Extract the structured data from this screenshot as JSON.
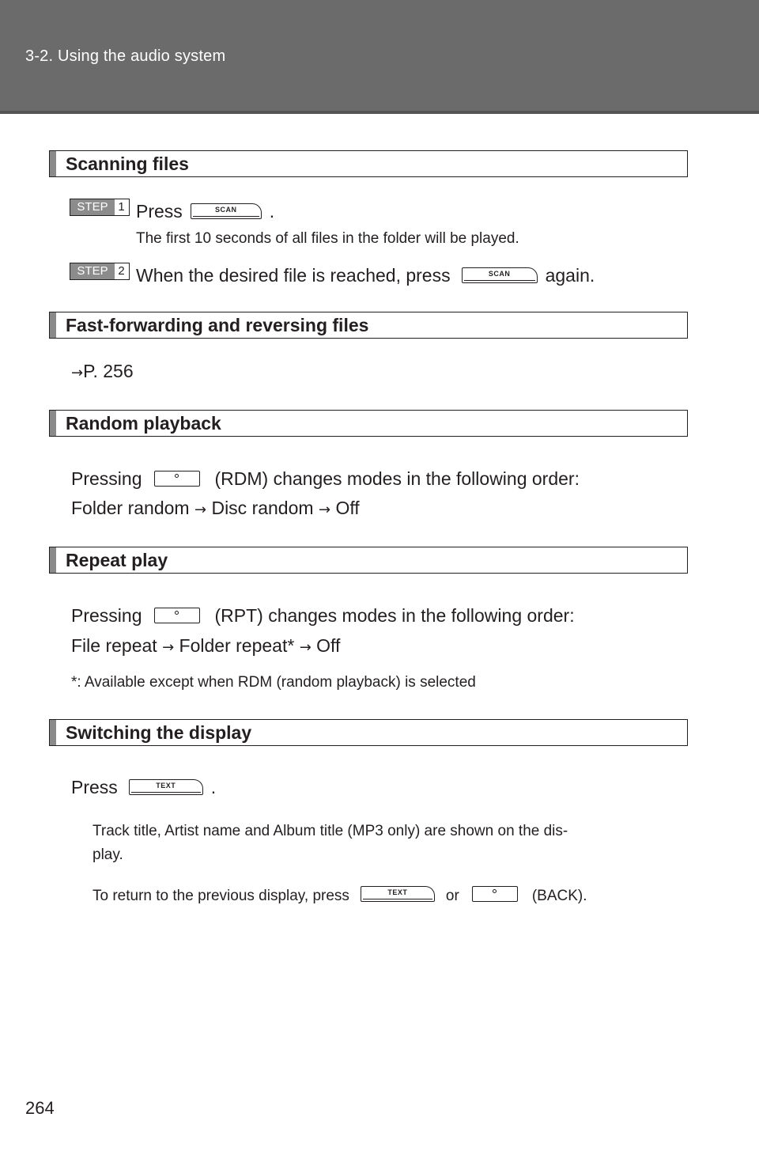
{
  "header": {
    "section": "3-2. Using the audio system"
  },
  "scanning": {
    "title": "Scanning files",
    "step1_badge": "STEP",
    "step1_num": "1",
    "step1_text": "Press",
    "step1_end": ".",
    "step1_note": "The first 10 seconds of all files in the folder will be played.",
    "step2_badge": "STEP",
    "step2_num": "2",
    "step2_text": "When the desired file is reached, press",
    "step2_end": "again.",
    "scan_label": "SCAN"
  },
  "fastforward": {
    "title": "Fast-forwarding and reversing files",
    "arrow": "→",
    "ref": "P. 256"
  },
  "random": {
    "title": "Random playback",
    "pressing": "Pressing",
    "rest": "(RDM) changes modes in the following order:",
    "order": [
      "Folder random",
      "Disc random",
      "Off"
    ],
    "arrow": "→"
  },
  "repeat": {
    "title": "Repeat play",
    "pressing": "Pressing",
    "rest": "(RPT) changes modes in the following order:",
    "order": [
      "File repeat",
      "Folder repeat*",
      "Off"
    ],
    "arrow": "→",
    "footnote": "*:  Available except when RDM (random playback) is selected"
  },
  "display": {
    "title": "Switching the display",
    "press": "Press",
    "press_end": ".",
    "text_label": "TEXT",
    "note1_line1": "Track title, Artist name and Album title (MP3 only) are shown on the dis-",
    "note1_line2": "play.",
    "note2_start": "To return to the previous display, press",
    "note2_or": "or",
    "note2_end": "(BACK)."
  },
  "footer": {
    "page_number": "264"
  }
}
